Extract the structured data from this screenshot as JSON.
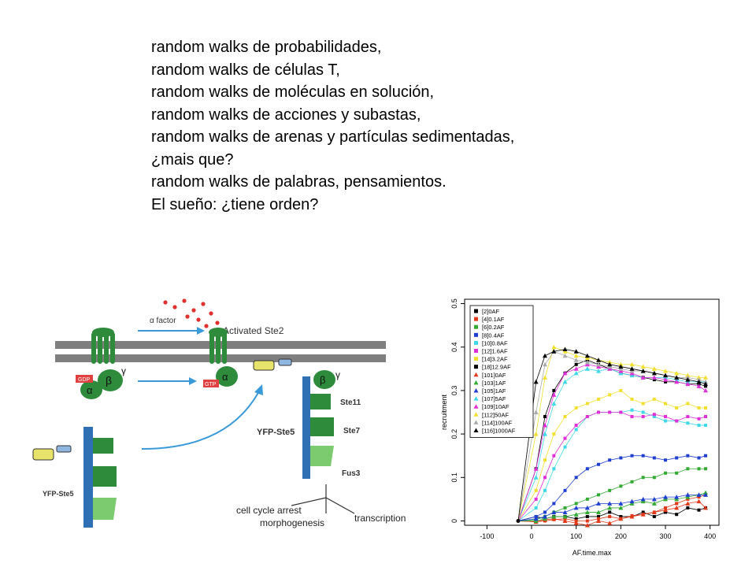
{
  "slide": {
    "lines": [
      "random walks de probabilidades,",
      "random walks de células T,",
      "random walks de moléculas en solución,",
      "random walks de acciones y subastas,",
      "random walks de arenas y partículas sedimentadas,",
      "¿mais que?",
      "random walks de palabras, pensamientos.",
      "El sueño: ¿tiene orden?"
    ]
  },
  "diagram": {
    "alpha_factor": "α factor",
    "activated_ste2": "Activated Ste2",
    "gdp": "GDP",
    "gtp": "GTP",
    "alpha": "α",
    "beta": "β",
    "gamma": "γ",
    "yfp_ste5_top": "YFP-Ste5",
    "yfp_ste5_bottom": "YFP-Ste5",
    "ste11": "Ste11",
    "ste7": "Ste7",
    "fus3": "Fus3",
    "cell_cycle_arrest": "cell cycle arrest",
    "morphogenesis": "morphogenesis",
    "transcription": "transcription",
    "colors": {
      "membrane": "#7f7f7f",
      "protein": "#2e8b3c",
      "scaffold": "#2f6fb4",
      "arrow": "#3a9ad9",
      "dots": "#e03030"
    }
  },
  "chart_data": {
    "type": "scatter",
    "xlabel": "AF.time.max",
    "ylabel": "recruitment",
    "xlim": [
      -150,
      420
    ],
    "ylim": [
      -0.01,
      0.51
    ],
    "xticks": [
      -100,
      0,
      100,
      200,
      300,
      400
    ],
    "yticks": [
      0.0,
      0.1,
      0.2,
      0.3,
      0.4,
      0.5
    ],
    "x": [
      -30,
      10,
      30,
      50,
      75,
      100,
      125,
      150,
      175,
      200,
      225,
      250,
      275,
      300,
      325,
      350,
      375,
      390
    ],
    "legend_position": "top-left",
    "series": [
      {
        "name": "[2]0AF",
        "color": "#000000",
        "marker": "square",
        "values": [
          0,
          0.01,
          0.005,
          0.01,
          0.01,
          0.005,
          0.01,
          0.01,
          0.02,
          0.01,
          0.01,
          0.02,
          0.01,
          0.02,
          0.015,
          0.03,
          0.025,
          0.03
        ]
      },
      {
        "name": "[4]0.1AF",
        "color": "#e03a1a",
        "marker": "square",
        "values": [
          0,
          -0.002,
          0,
          0.003,
          0.005,
          0,
          0,
          0.005,
          0.01,
          0.005,
          0.012,
          0.015,
          0.02,
          0.03,
          0.04,
          0.05,
          0.055,
          0.06
        ]
      },
      {
        "name": "[6]0.2AF",
        "color": "#33aa33",
        "marker": "square",
        "values": [
          0,
          0.003,
          0.01,
          0.02,
          0.03,
          0.04,
          0.05,
          0.06,
          0.07,
          0.08,
          0.09,
          0.1,
          0.1,
          0.11,
          0.11,
          0.12,
          0.12,
          0.12
        ]
      },
      {
        "name": "[8]0.4AF",
        "color": "#1f3fd0",
        "marker": "square",
        "values": [
          0,
          0.01,
          0.02,
          0.04,
          0.07,
          0.1,
          0.12,
          0.13,
          0.14,
          0.145,
          0.15,
          0.15,
          0.145,
          0.14,
          0.145,
          0.15,
          0.145,
          0.15
        ]
      },
      {
        "name": "[10]0.8AF",
        "color": "#3fd8e8",
        "marker": "square",
        "values": [
          0,
          0.03,
          0.07,
          0.12,
          0.17,
          0.21,
          0.24,
          0.25,
          0.25,
          0.25,
          0.255,
          0.25,
          0.24,
          0.23,
          0.23,
          0.225,
          0.22,
          0.22
        ]
      },
      {
        "name": "[12]1.6AF",
        "color": "#e02fd8",
        "marker": "square",
        "values": [
          0,
          0.05,
          0.1,
          0.15,
          0.19,
          0.22,
          0.24,
          0.25,
          0.25,
          0.25,
          0.24,
          0.24,
          0.245,
          0.24,
          0.23,
          0.24,
          0.235,
          0.24
        ]
      },
      {
        "name": "[14]3.2AF",
        "color": "#f2e030",
        "marker": "square",
        "values": [
          0,
          0.07,
          0.14,
          0.2,
          0.24,
          0.26,
          0.27,
          0.28,
          0.29,
          0.3,
          0.28,
          0.27,
          0.28,
          0.27,
          0.26,
          0.27,
          0.26,
          0.26
        ]
      },
      {
        "name": "[18]12.9AF",
        "color": "#000000",
        "marker": "square",
        "values": [
          0,
          0.12,
          0.24,
          0.3,
          0.34,
          0.36,
          0.37,
          0.36,
          0.35,
          0.34,
          0.335,
          0.33,
          0.325,
          0.32,
          0.32,
          0.315,
          0.315,
          0.31
        ]
      },
      {
        "name": "[101]0AF",
        "color": "#e03a1a",
        "marker": "triangle",
        "values": [
          0,
          -0.002,
          0.003,
          0.005,
          0.0,
          -0.005,
          -0.01,
          0.0,
          -0.005,
          0.005,
          0.01,
          0.015,
          0.02,
          0.025,
          0.03,
          0.04,
          0.045,
          0.03
        ]
      },
      {
        "name": "[103]1AF",
        "color": "#33aa33",
        "marker": "triangle",
        "values": [
          0,
          0.0,
          0.005,
          0.01,
          0.01,
          0.015,
          0.02,
          0.02,
          0.03,
          0.03,
          0.04,
          0.045,
          0.04,
          0.05,
          0.05,
          0.055,
          0.06,
          0.065
        ]
      },
      {
        "name": "[105]1AF",
        "color": "#1f3fd0",
        "marker": "triangle",
        "values": [
          0,
          0.005,
          0.01,
          0.02,
          0.02,
          0.03,
          0.03,
          0.04,
          0.04,
          0.04,
          0.045,
          0.05,
          0.05,
          0.055,
          0.055,
          0.06,
          0.06,
          0.06
        ]
      },
      {
        "name": "[107]5AF",
        "color": "#3fd8e8",
        "marker": "triangle",
        "values": [
          0,
          0.1,
          0.2,
          0.27,
          0.32,
          0.34,
          0.35,
          0.345,
          0.35,
          0.34,
          0.335,
          0.33,
          0.33,
          0.33,
          0.325,
          0.32,
          0.32,
          0.32
        ]
      },
      {
        "name": "[109]10AF",
        "color": "#e02fd8",
        "marker": "triangle",
        "values": [
          0,
          0.12,
          0.22,
          0.29,
          0.34,
          0.35,
          0.36,
          0.355,
          0.35,
          0.345,
          0.34,
          0.33,
          0.33,
          0.325,
          0.32,
          0.315,
          0.31,
          0.3
        ]
      },
      {
        "name": "[112]50AF",
        "color": "#f2e030",
        "marker": "triangle",
        "values": [
          0,
          0.2,
          0.33,
          0.4,
          0.39,
          0.38,
          0.375,
          0.37,
          0.365,
          0.36,
          0.36,
          0.355,
          0.35,
          0.345,
          0.34,
          0.335,
          0.33,
          0.33
        ]
      },
      {
        "name": "[114]100AF",
        "color": "#aaaaaa",
        "marker": "triangle",
        "values": [
          0,
          0.25,
          0.36,
          0.39,
          0.38,
          0.37,
          0.365,
          0.36,
          0.355,
          0.35,
          0.345,
          0.345,
          0.34,
          0.335,
          0.33,
          0.33,
          0.325,
          0.32
        ]
      },
      {
        "name": "[116]1000AF",
        "color": "#000000",
        "marker": "triangle",
        "values": [
          0,
          0.32,
          0.38,
          0.39,
          0.395,
          0.39,
          0.38,
          0.37,
          0.36,
          0.355,
          0.35,
          0.345,
          0.34,
          0.335,
          0.33,
          0.325,
          0.32,
          0.315
        ]
      }
    ]
  }
}
